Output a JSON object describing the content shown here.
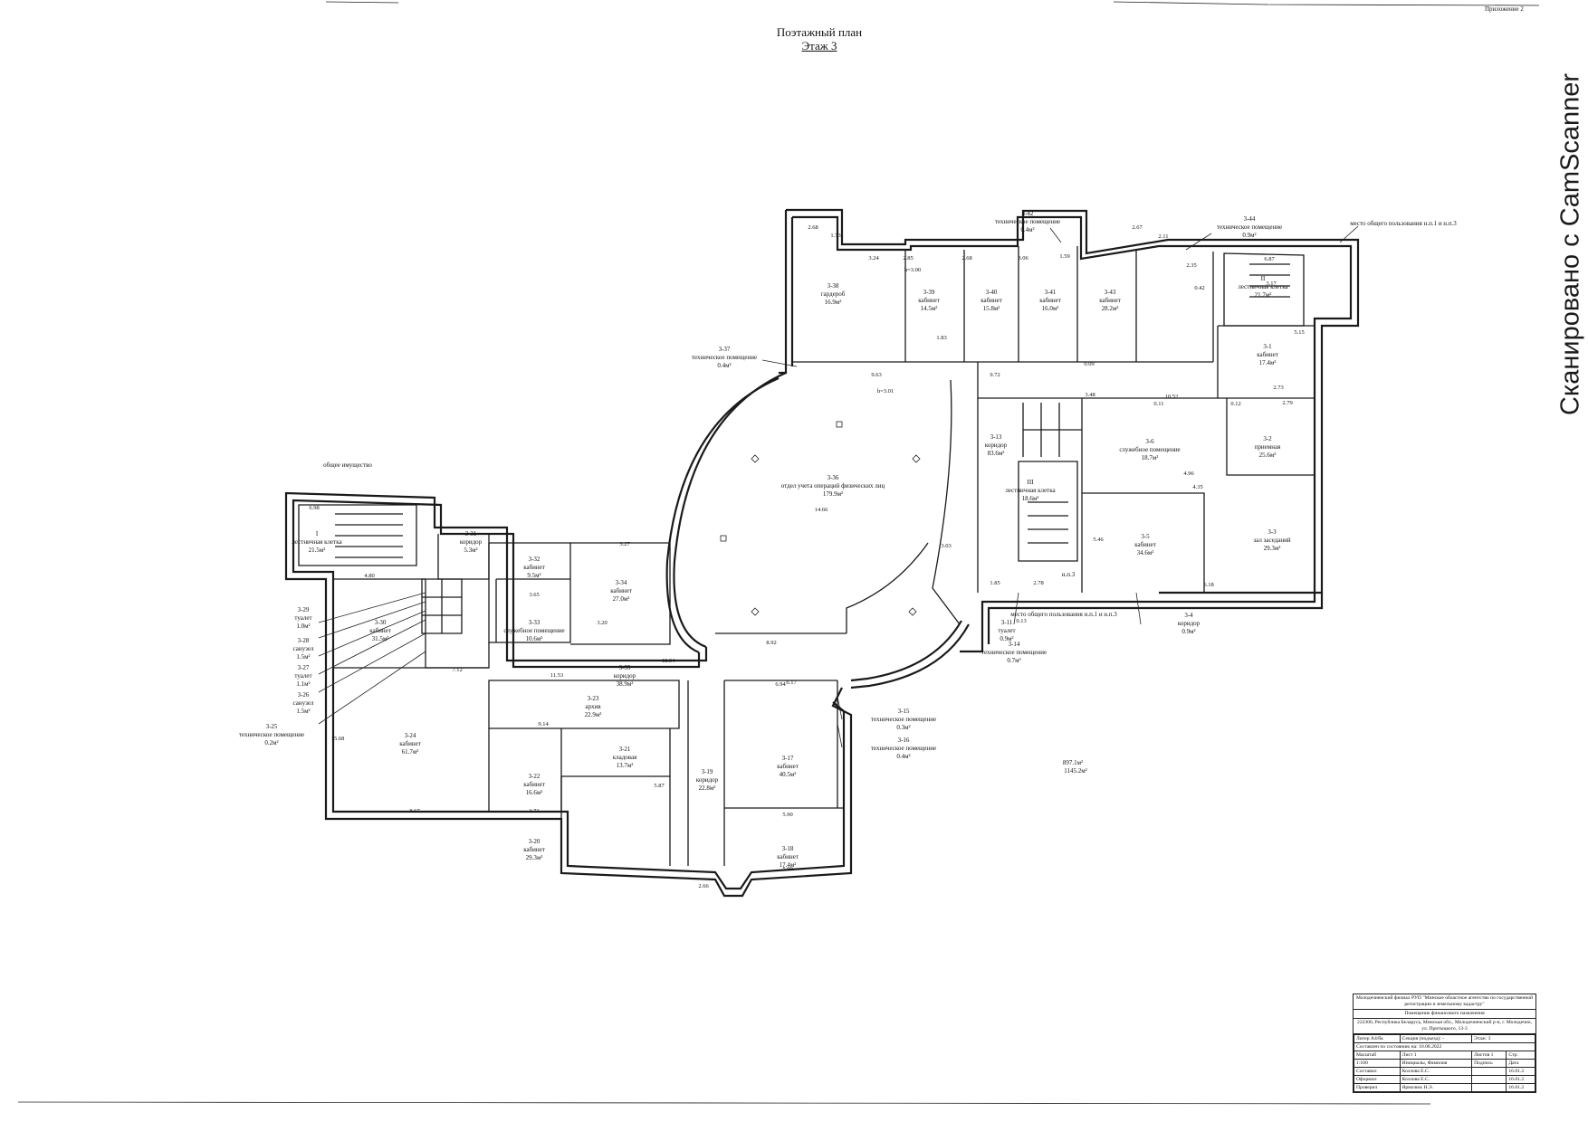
{
  "header": {
    "annex": "Приложение 2",
    "title": "Поэтажный план",
    "floor": "Этаж 3"
  },
  "watermark": "Сканировано с CamScanner",
  "rooms": [
    {
      "no": "3-38",
      "name": "гардероб",
      "area": "16.9м²"
    },
    {
      "no": "3-39",
      "name": "кабинет",
      "area": "14.5м²"
    },
    {
      "no": "3-40",
      "name": "кабинет",
      "area": "15.8м²"
    },
    {
      "no": "3-41",
      "name": "кабинет",
      "area": "16.0м²"
    },
    {
      "no": "3-43",
      "name": "кабинет",
      "area": "28.2м²"
    },
    {
      "no": "II",
      "name": "лестничная клетка",
      "area": "21.7м²"
    },
    {
      "no": "3-1",
      "name": "кабинет",
      "area": "17.4м²"
    },
    {
      "no": "3-2",
      "name": "приемная",
      "area": "25.6м²"
    },
    {
      "no": "3-3",
      "name": "зал заседаний",
      "area": "29.3м²"
    },
    {
      "no": "3-5",
      "name": "кабинет",
      "area": "34.6м²"
    },
    {
      "no": "3-6",
      "name": "служебное помещение",
      "area": "18.7м²"
    },
    {
      "no": "3-13",
      "name": "коридор",
      "area": "83.6м²"
    },
    {
      "no": "III",
      "name": "лестничная клетка",
      "area": "18.6м²"
    },
    {
      "no": "3-36",
      "name": "отдел учета операций физических лиц",
      "area": "179.9м²"
    },
    {
      "no": "I",
      "name": "лестничная клетка",
      "area": "21.5м²"
    },
    {
      "no": "3-31",
      "name": "коридор",
      "area": "5.3м²"
    },
    {
      "no": "3-32",
      "name": "кабинет",
      "area": "9.5м²"
    },
    {
      "no": "3-34",
      "name": "кабинет",
      "area": "27.0м²"
    },
    {
      "no": "3-33",
      "name": "служебное помещение",
      "area": "10.6м²"
    },
    {
      "no": "3-30",
      "name": "кабинет",
      "area": "31.5м²"
    },
    {
      "no": "3-35",
      "name": "коридор",
      "area": "38.9м²"
    },
    {
      "no": "3-23",
      "name": "архив",
      "area": "22.9м²"
    },
    {
      "no": "3-24",
      "name": "кабинет",
      "area": "61.7м²"
    },
    {
      "no": "3-21",
      "name": "кладовая",
      "area": "13.7м²"
    },
    {
      "no": "3-22",
      "name": "кабинет",
      "area": "16.6м²"
    },
    {
      "no": "3-20",
      "name": "кабинет",
      "area": "29.3м²"
    },
    {
      "no": "3-19",
      "name": "коридор",
      "area": "22.8м²"
    },
    {
      "no": "3-17",
      "name": "кабинет",
      "area": "40.5м²"
    },
    {
      "no": "3-18",
      "name": "кабинет",
      "area": "17.4м²"
    }
  ],
  "callouts": [
    {
      "no": "3-42",
      "name": "техническое помещение",
      "area": "0.4м²"
    },
    {
      "no": "3-44",
      "name": "техническое помещение",
      "area": "0.9м²"
    },
    {
      "no": "3-37",
      "name": "техническое помещение",
      "area": "0.4м²"
    },
    {
      "no": "3-4",
      "name": "коридор",
      "area": "0.9м²"
    },
    {
      "no": "3-11",
      "name": "туалет",
      "area": "0.9м²"
    },
    {
      "no": "3-14",
      "name": "техническое помещение",
      "area": "0.7м²"
    },
    {
      "no": "3-15",
      "name": "техническое помещение",
      "area": "0.3м²"
    },
    {
      "no": "3-16",
      "name": "техническое помещение",
      "area": "0.4м²"
    },
    {
      "no": "3-29",
      "name": "туалет",
      "area": "1.0м²"
    },
    {
      "no": "3-28",
      "name": "санузел",
      "area": "1.5м²"
    },
    {
      "no": "3-27",
      "name": "туалет",
      "area": "1.1м²"
    },
    {
      "no": "3-26",
      "name": "санузел",
      "area": "1.5м²"
    },
    {
      "no": "3-25",
      "name": "техническое помещение",
      "area": "0.2м²"
    }
  ],
  "notes": {
    "common_property": "общее имущество",
    "common_use_top": "место общего пользования н.п.1 и н.п.3",
    "common_use_bottom": "место общего пользования н.п.1 и н.п.3",
    "np3": "н.п.3",
    "np3_area": "897.1м²",
    "np3_area2": "1145.2м²",
    "height": "h=3.00",
    "height2": "h=3.01"
  },
  "dims": [
    "2.68",
    "1.73",
    "3.24",
    "2.85",
    "2.68",
    "3.06",
    "1.59",
    "2.67",
    "2.11",
    "2.35",
    "6.87",
    "3.17",
    "5.15",
    "0.42",
    "1.83",
    "9.63",
    "9.72",
    "10.52",
    "8.92",
    "11.53",
    "18.34",
    "9.14",
    "8.67",
    "3.71",
    "5.87",
    "5.90",
    "5.90",
    "2.66",
    "6.17",
    "4.80",
    "6.98",
    "3.27",
    "3.20",
    "3.65",
    "2.73",
    "2.79",
    "4.96",
    "4.35",
    "6.18",
    "5.46",
    "3.03",
    "1.85",
    "2.78",
    "0.12",
    "0.11",
    "0.13",
    "0.09",
    "3.48",
    "6.94",
    "7.12",
    "15.68",
    "14.66"
  ],
  "stamp": {
    "org": "Молодечненский филиал РУП \"Минское областное агентство по государственной регистрации и земельному кадастру\"",
    "subject": "Помещение финансового назначения",
    "address": "222306, Республика Беларусь, Минская обл., Молодечненский р-н, г. Молодечно, ул. Притыцкого, 13-3",
    "letter": "Литер А4/бк",
    "section": "Секция (подъезд): -",
    "floor": "Этаж: 3",
    "state": "Составлен по состоянию на: 10.08.2022",
    "scale_h": "Масштаб",
    "sheet_h": "Лист 1",
    "sheets_h": "Листов 1",
    "page_h": "Стр.",
    "scale": "1:100",
    "col1": "Инициалы, Фамилия",
    "col2": "Подпись",
    "col3": "Дата",
    "r1": "Составил",
    "r1n": "Козлова Е.С.",
    "r1d": "16.01.2",
    "r2": "Оформил",
    "r2n": "Козлова Е.С.",
    "r2d": "16.01.2",
    "r3": "Проверил",
    "r3n": "Ярмолюк Н.Э.",
    "r3d": "16.01.2"
  }
}
